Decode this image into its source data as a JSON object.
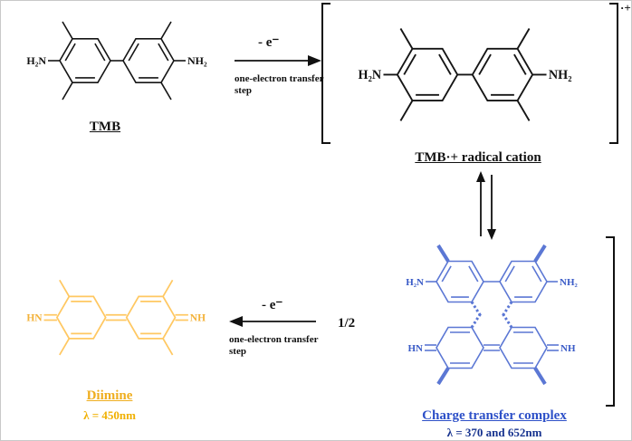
{
  "colors": {
    "black": "#111111",
    "blue_structure": "#5b77d4",
    "blue_label": "#2d50c8",
    "blue_lambda": "#17338f",
    "yellow_structure": "#ffc862",
    "yellow_label": "#efae1f"
  },
  "molecules": {
    "tmb": {
      "label": "TMB",
      "amine_left": "H₂N",
      "amine_right": "NH₂"
    },
    "radical_cation": {
      "label": "TMB·+ radical cation",
      "charge": "·+",
      "amine_left": "H₂N",
      "amine_right": "NH₂"
    },
    "charge_transfer_complex": {
      "label": "Charge transfer complex",
      "lambda": "λ = 370 and 652nm",
      "fraction": "1/2",
      "amine_left": "H₂N",
      "amine_right": "NH₂",
      "imine_left": "HN",
      "imine_right": "NH"
    },
    "diimine": {
      "label": "Diimine",
      "lambda": "λ = 450nm",
      "imine_left": "HN",
      "imine_right": "NH"
    }
  },
  "arrows": {
    "step1": {
      "electron": "- e⁻",
      "caption_line1": "one-electron transfer",
      "caption_line2": "step"
    },
    "step2": {
      "electron": "- e⁻",
      "caption_line1": "one-electron transfer",
      "caption_line2": "step"
    }
  }
}
